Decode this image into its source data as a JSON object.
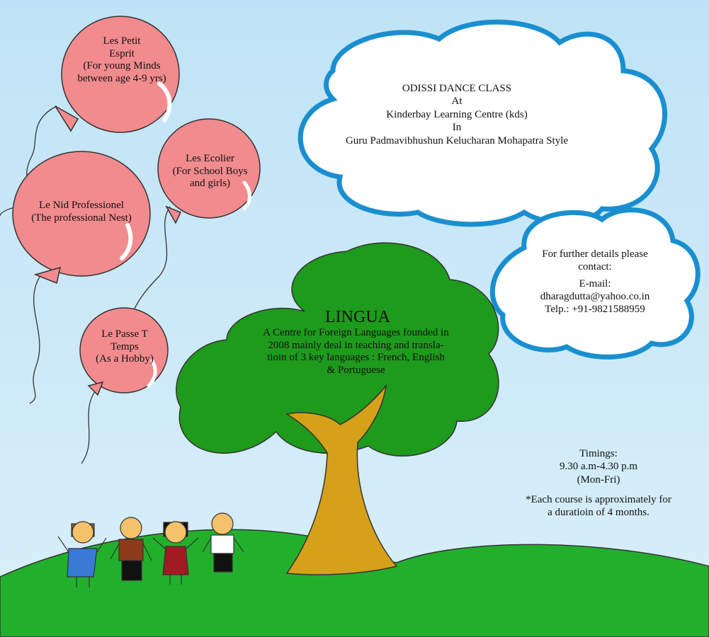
{
  "balloons": {
    "petit": [
      "Les Petit",
      "Esprit",
      "(For young Minds",
      "between age 4-9 yrs)"
    ],
    "ecolier": [
      "Les Ecolier",
      "(For School Boys",
      "and girls)"
    ],
    "nid": [
      "Le Nid Professionel",
      "(The professional Nest)"
    ],
    "passe": [
      "Le Passe T",
      "Temps",
      "(As a Hobby)"
    ]
  },
  "dance_cloud": [
    "ODISSI DANCE CLASS",
    "At",
    "Kinderbay Learning Centre (kds)",
    "In",
    "Guru Padmavibhushun Kelucharan Mohapatra Style"
  ],
  "contact_cloud": {
    "lines": [
      "For further details please",
      "contact:"
    ],
    "email_label": "E-mail:",
    "email": "dharagdutta@yahoo.co.in",
    "phone": "Telp.: +91-9821588959"
  },
  "tree": {
    "title": "LINGUA",
    "desc": [
      "A Centre for Foreign Languages founded in",
      "2008 mainly deal in teaching and transla-",
      "tioin of 3 key languages : French, English",
      "& Portuguese"
    ]
  },
  "timings": {
    "label": "Timings:",
    "hours": "9.30 a.m-4.30 p.m",
    "days": "(Mon-Fri)",
    "note": [
      "*Each course is approximately for",
      "a duratioin of 4 months."
    ]
  },
  "colors": {
    "sky_top": "#bfe3f6",
    "sky_bottom": "#d9eff9",
    "balloon": "#f28b8e",
    "grass": "#22b02c",
    "tree_leaves": "#1e9a1c",
    "trunk": "#d6a119",
    "cloud_border": "#1a8fd0"
  }
}
